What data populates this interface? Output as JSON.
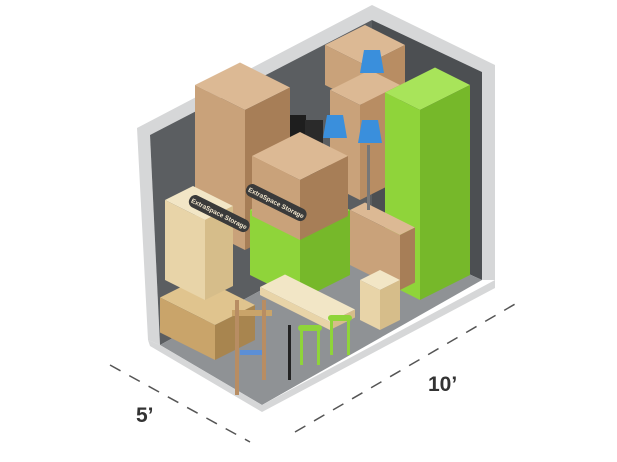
{
  "dimensions": {
    "width_label": "5’",
    "depth_label": "10’"
  },
  "box_logo_text": "ExtraSpace Storage",
  "colors": {
    "wall": "#5b5e61",
    "wall_edge": "#d6d7d8",
    "floor": "#8f9295",
    "cardboard": "#c9a27a",
    "cardboard_dark": "#a77e57",
    "green": "#8fd43a",
    "lamp": "#3a8fdc",
    "wood": "#e8d4a8"
  }
}
